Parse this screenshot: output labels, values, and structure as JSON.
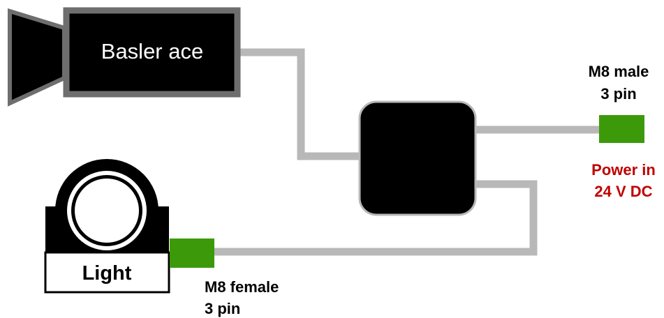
{
  "camera": {
    "label": "Basler ace"
  },
  "light": {
    "label": "Light"
  },
  "connectors": {
    "male": {
      "line1": "M8 male",
      "line2": "3 pin",
      "color": "#3c9a0a"
    },
    "female": {
      "line1": "M8 female",
      "line2": "3 pin",
      "color": "#3c9a0a"
    }
  },
  "power": {
    "line1": "Power in",
    "line2": "24 V DC",
    "color": "#c00000"
  },
  "colors": {
    "cable": "#b8b8b8",
    "body": "#000000",
    "frame": "#6e6e6e"
  }
}
